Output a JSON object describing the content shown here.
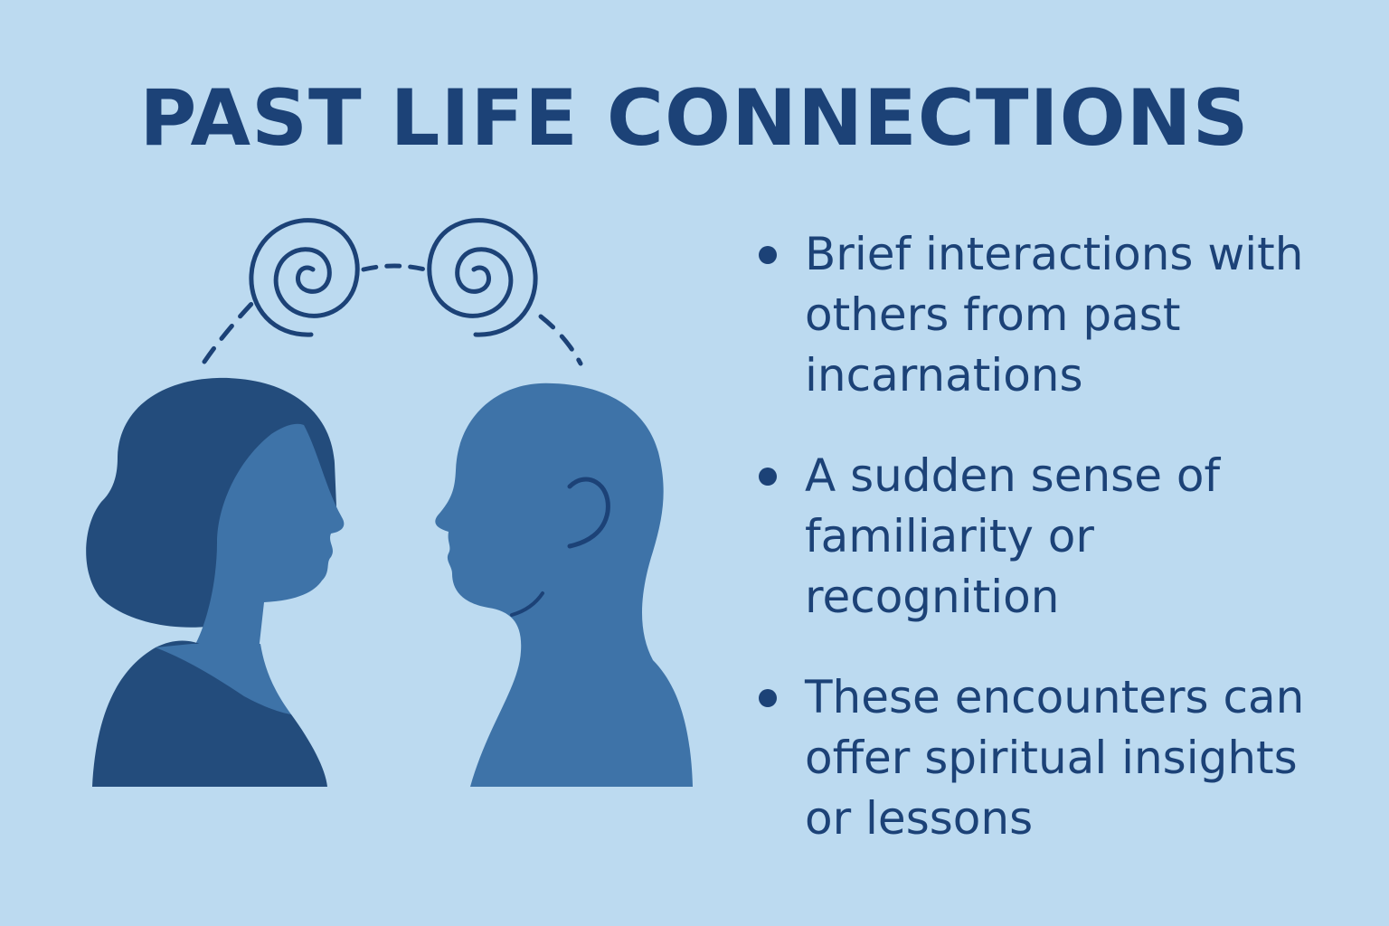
{
  "title": "PAST LIFE CONNECTIONS",
  "bullets": [
    {
      "text": "Brief interactions with others from past incarnations"
    },
    {
      "text": "A sudden sense of familiarity or recognition"
    },
    {
      "text": "These encounters can offer spiritual insights or lessons"
    }
  ],
  "colors": {
    "background": "#bcdaf0",
    "text": "#1c4277",
    "dark_blue": "#234c7c",
    "mid_blue": "#3e73a8"
  },
  "icons": {
    "left_spiral": "spiral-icon",
    "right_spiral": "spiral-icon"
  }
}
